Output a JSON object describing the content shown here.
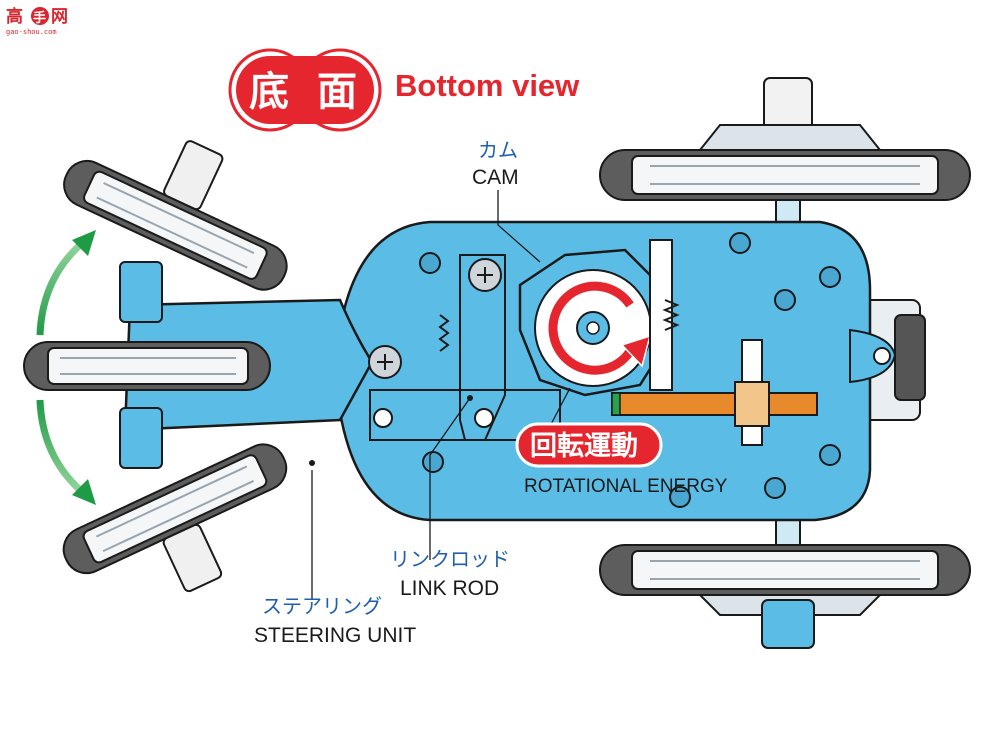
{
  "watermark": {
    "chars": [
      "高",
      "手",
      "网"
    ],
    "url": "gao-shou.com"
  },
  "title": {
    "kanji": [
      "底",
      "面"
    ],
    "english": "Bottom view"
  },
  "labels": {
    "cam_jp": "カム",
    "cam_en": "CAM",
    "rotational_jp": "回転運動",
    "rotational_en": "ROTATIONAL ENERGY",
    "linkrod_jp": "リンクロッド",
    "linkrod_en": "LINK ROD",
    "steering_jp": "ステアリング",
    "steering_en": "STEERING UNIT"
  },
  "colors": {
    "body_blue": "#5bbde6",
    "outline": "#1a1a1a",
    "accent_red": "#e6262e",
    "arrow_green": "#2aa24a",
    "gear_orange": "#e8892b",
    "tire_gray": "#5d5d5d",
    "jp_label_blue": "#1f5fb0"
  }
}
